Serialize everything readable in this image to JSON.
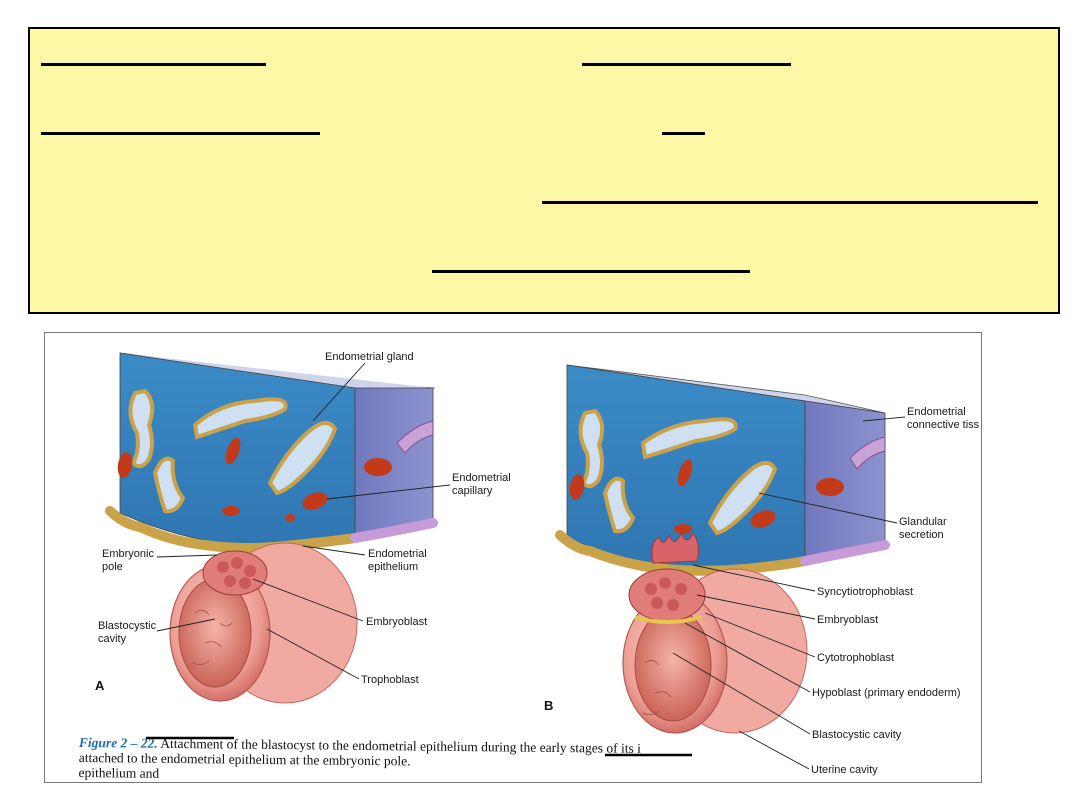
{
  "figure": {
    "panels": [
      {
        "letter": "A",
        "labels": {
          "endometrial_gland": "Endometrial gland",
          "endometrial_capillary_1": "Endometrial",
          "endometrial_capillary_2": "capillary",
          "embryonic_pole_1": "Embryonic",
          "embryonic_pole_2": "pole",
          "endometrial_epithelium_1": "Endometrial",
          "endometrial_epithelium_2": "epithelium",
          "blastocystic_cavity_1": "Blastocystic",
          "blastocystic_cavity_2": "cavity",
          "embryoblast": "Embryoblast",
          "trophoblast": "Trophoblast"
        }
      },
      {
        "letter": "B",
        "labels": {
          "connective_tissue_1": "Endometrial",
          "connective_tissue_2": "connective tiss",
          "glandular_secretion_1": "Glandular",
          "glandular_secretion_2": "secretion",
          "syncytiotrophoblast": "Syncytiotrophoblast",
          "embryoblast": "Embryoblast",
          "cytotrophoblast": "Cytotrophoblast",
          "hypoblast": "Hypoblast (primary endoderm)",
          "blastocystic_cavity": "Blastocystic cavity",
          "uterine_cavity": "Uterine cavity"
        }
      }
    ],
    "caption": {
      "label": "Figure 2 – 22.",
      "line1": " Attachment of the blastocyst to the endometrial epithelium during the early stages of its i",
      "line2": "attached to the endometrial epithelium at the embryonic pole.",
      "line3": "epithelium and"
    }
  },
  "colors": {
    "note_box": "#fdf8a5",
    "tissue_front": "#3e8fc9",
    "tissue_side": "#7f86c6",
    "epithelium": "#c9a24a",
    "capillary": "#c23a1a",
    "blastocyst": "#e89890"
  }
}
